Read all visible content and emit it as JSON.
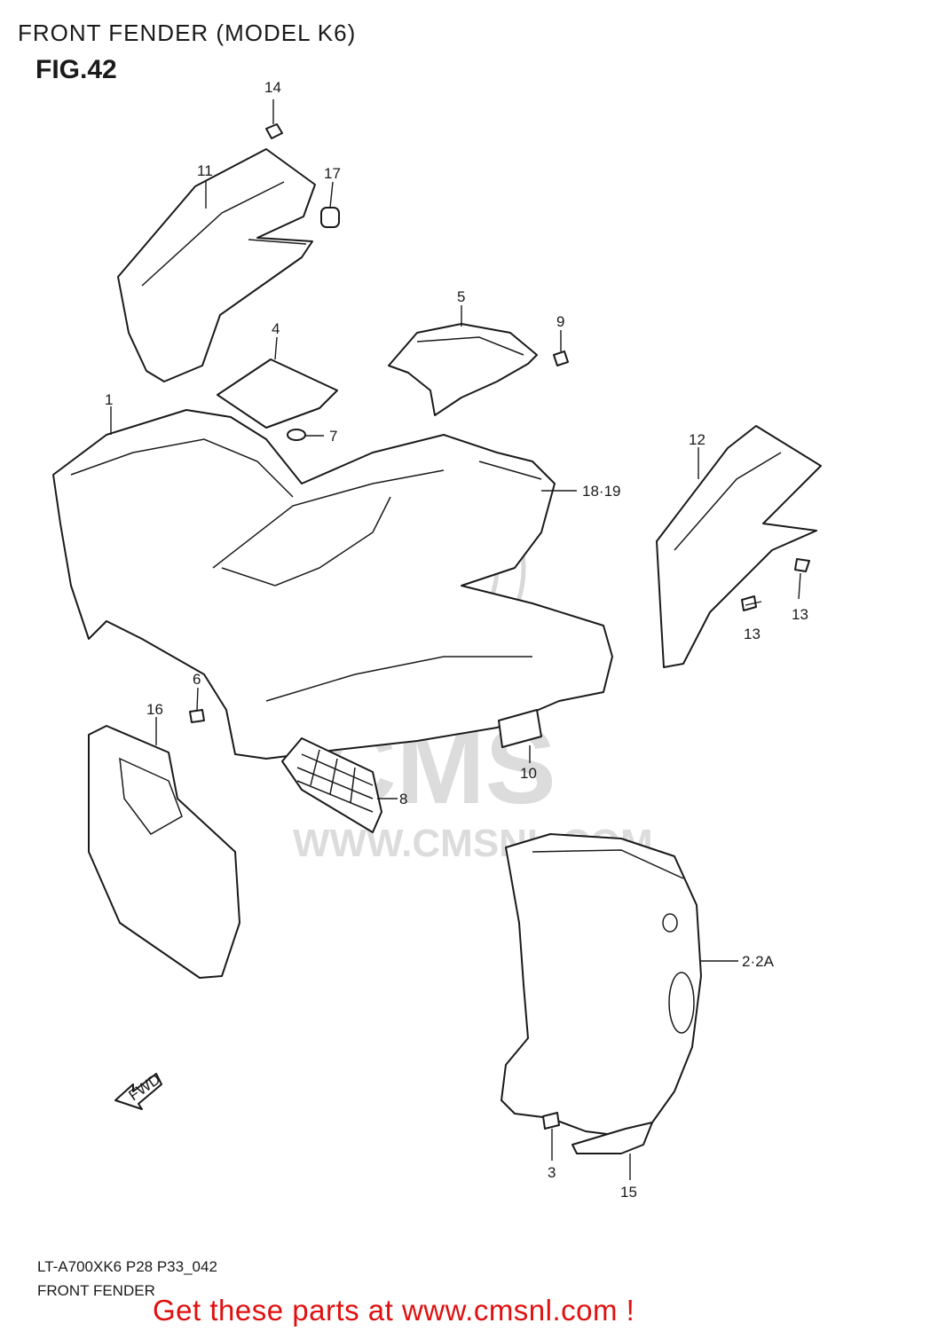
{
  "header": {
    "title": "FRONT FENDER (MODEL K6)",
    "figure": "FIG.42"
  },
  "watermark": {
    "brand": "CMS",
    "url": "WWW.CMSNL.COM"
  },
  "callouts": [
    {
      "id": "14",
      "text": "14"
    },
    {
      "id": "11",
      "text": "11"
    },
    {
      "id": "17",
      "text": "17"
    },
    {
      "id": "5",
      "text": "5"
    },
    {
      "id": "9",
      "text": "9"
    },
    {
      "id": "4",
      "text": "4"
    },
    {
      "id": "1",
      "text": "1"
    },
    {
      "id": "7",
      "text": "7"
    },
    {
      "id": "12",
      "text": "12"
    },
    {
      "id": "18-19",
      "text": "18·19"
    },
    {
      "id": "13a",
      "text": "13"
    },
    {
      "id": "13b",
      "text": "13"
    },
    {
      "id": "6",
      "text": "6"
    },
    {
      "id": "16",
      "text": "16"
    },
    {
      "id": "10",
      "text": "10"
    },
    {
      "id": "8",
      "text": "8"
    },
    {
      "id": "2-2a",
      "text": "2·2A"
    },
    {
      "id": "3",
      "text": "3"
    },
    {
      "id": "15",
      "text": "15"
    }
  ],
  "fwd_label": "FWD",
  "footer": {
    "code": "LT-A700XK6 P28 P33_042",
    "title": "FRONT FENDER",
    "cta": "Get these parts at www.cmsnl.com !",
    "cta_color": "#e01010"
  }
}
